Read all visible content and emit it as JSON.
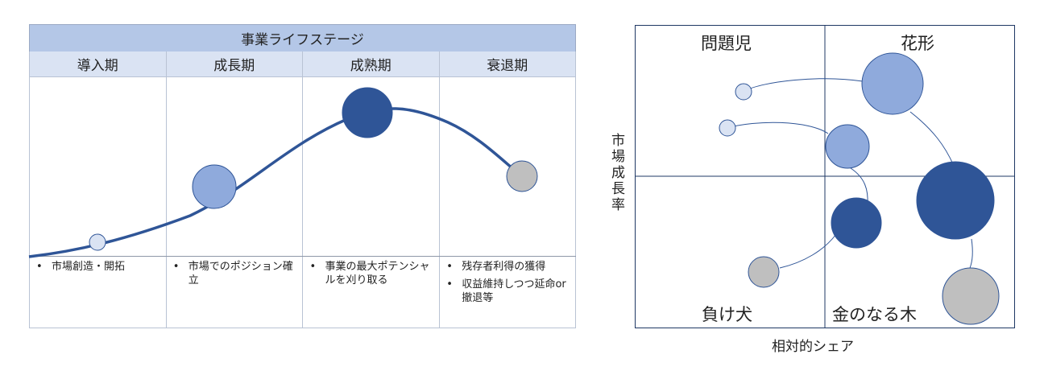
{
  "lifecycle": {
    "title": "事業ライフステージ",
    "stages": [
      "導入期",
      "成長期",
      "成熟期",
      "衰退期"
    ],
    "notes": [
      [
        "市場創造・開拓"
      ],
      [
        "市場でのポジション確立"
      ],
      [
        "事業の最大ポテンシャルを刈り取る"
      ],
      [
        "残存者利得の獲得",
        "収益維持しつつ延命or撤退等"
      ]
    ],
    "colors": {
      "title_bg": "#b4c7e7",
      "header_bg": "#dae3f3",
      "curve": "#2f5597"
    },
    "bubbles": [
      {
        "stage": "導入期",
        "color": "#dae3f3"
      },
      {
        "stage": "成長期",
        "color": "#8faadc"
      },
      {
        "stage": "成熟期",
        "color": "#2f5597"
      },
      {
        "stage": "衰退期",
        "color": "#bfbfbf"
      }
    ]
  },
  "ppm": {
    "quadrants": {
      "top_left": "問題児",
      "top_right": "花形",
      "bottom_left": "負け犬",
      "bottom_right": "金のなる木"
    },
    "ylabel": "市場成長率",
    "xlabel": "相対的シェア",
    "colors": {
      "light": "#dae3f3",
      "mid": "#8faadc",
      "dark": "#2f5597",
      "grey": "#bfbfbf",
      "line": "#2f5597"
    }
  }
}
